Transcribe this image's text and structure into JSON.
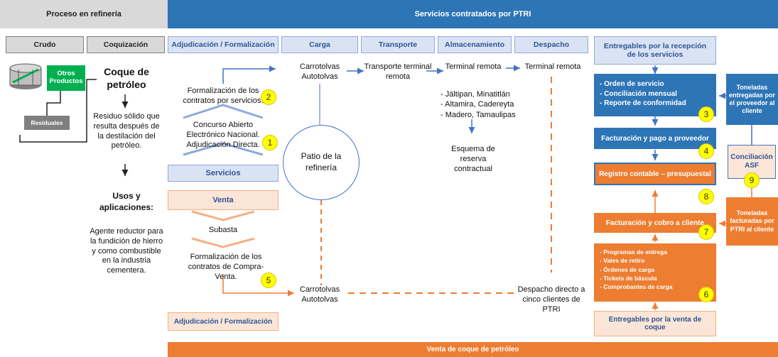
{
  "headers": {
    "proceso": "Proceso en refinería",
    "servicios": "Servicios contratados por PTRI"
  },
  "stages": {
    "crudo": "Crudo",
    "coquizacion": "Coquización",
    "adjudicacion": "Adjudicación / Formalización",
    "carga": "Carga",
    "transporte": "Transporte",
    "almacenamiento": "Almacenamiento",
    "despacho": "Despacho",
    "entregables": "Entregables por la recepción de los servicios"
  },
  "left": {
    "otros": "Otros Productos",
    "residuales": "Residuales",
    "coque": "Coque de petróleo",
    "residuo": "Residuo sólido que resulta después de la destilación del petróleo.",
    "usos": "Usos y aplicaciones:",
    "agente": "Agente reductor para la fundición de hierro y como combustible en la industria cementera."
  },
  "middle": {
    "formalizacion_servicios": "Formalización de los contratos por servicios.",
    "concurso": "Concurso Abierto Electrónico Nacional. Adjudicación Directa.",
    "servicios": "Servicios",
    "venta": "Venta",
    "subasta": "Subasta",
    "formalizacion_cv": "Formalización de los contratos de Compra-Venta.",
    "adjudicacion_bottom": "Adjudicación / Formalización"
  },
  "flow": {
    "carrotolvas_top": "Carrotolvas Autotolvas",
    "patio": "Patio de la refinería",
    "transporte_remota": "Transporte terminal remota",
    "terminal_remota": "Terminal remota",
    "terminales": [
      "- Jáltipan, Minatitlán",
      "- Altamira, Cadereyta",
      "- Madero, Tamaulipas"
    ],
    "esquema": "Esquema de reserva contractual",
    "terminal_remota2": "Terminal remota",
    "carrotolvas_bottom": "Carrotolvas Autotolvas",
    "despacho_directo": "Despacho directo a cinco clientes de PTRI"
  },
  "right": {
    "ordenes": [
      "- Orden de servicio",
      "- Conciliación mensual",
      "- Reporte de conformidad"
    ],
    "facturacion_pago": "Facturación y pago a proveedor",
    "registro": "Registro contable – presupuestal",
    "facturacion_cobro": "Facturación y cobro a cliente",
    "programas": [
      "- Programas de entrega",
      "- Vales de retiro",
      "- Órdenes de carga",
      "- Tickets de báscula",
      "- Comprobantes de carga"
    ],
    "entregables_venta": "Entregables por la venta de coque",
    "toneladas_entregadas": "Toneladas entregadas por el proveedor al cliente",
    "conciliacion_asf": "Conciliación ASF",
    "toneladas_facturadas": "Toneladas facturadas por PTRI al cliente"
  },
  "numbers": {
    "n1": "1",
    "n2": "2",
    "n3": "3",
    "n4": "4",
    "n5": "5",
    "n6": "6",
    "n7": "7",
    "n8": "8",
    "n9": "9"
  },
  "footer": "Venta de coque de petróleo",
  "colors": {
    "blue": "#2e75b6",
    "orange": "#ed7d31",
    "light_blue": "#dae3f3",
    "light_orange": "#fbe5d6",
    "yellow": "#ffff00",
    "gray": "#d9d9d9",
    "green": "#00b050"
  }
}
